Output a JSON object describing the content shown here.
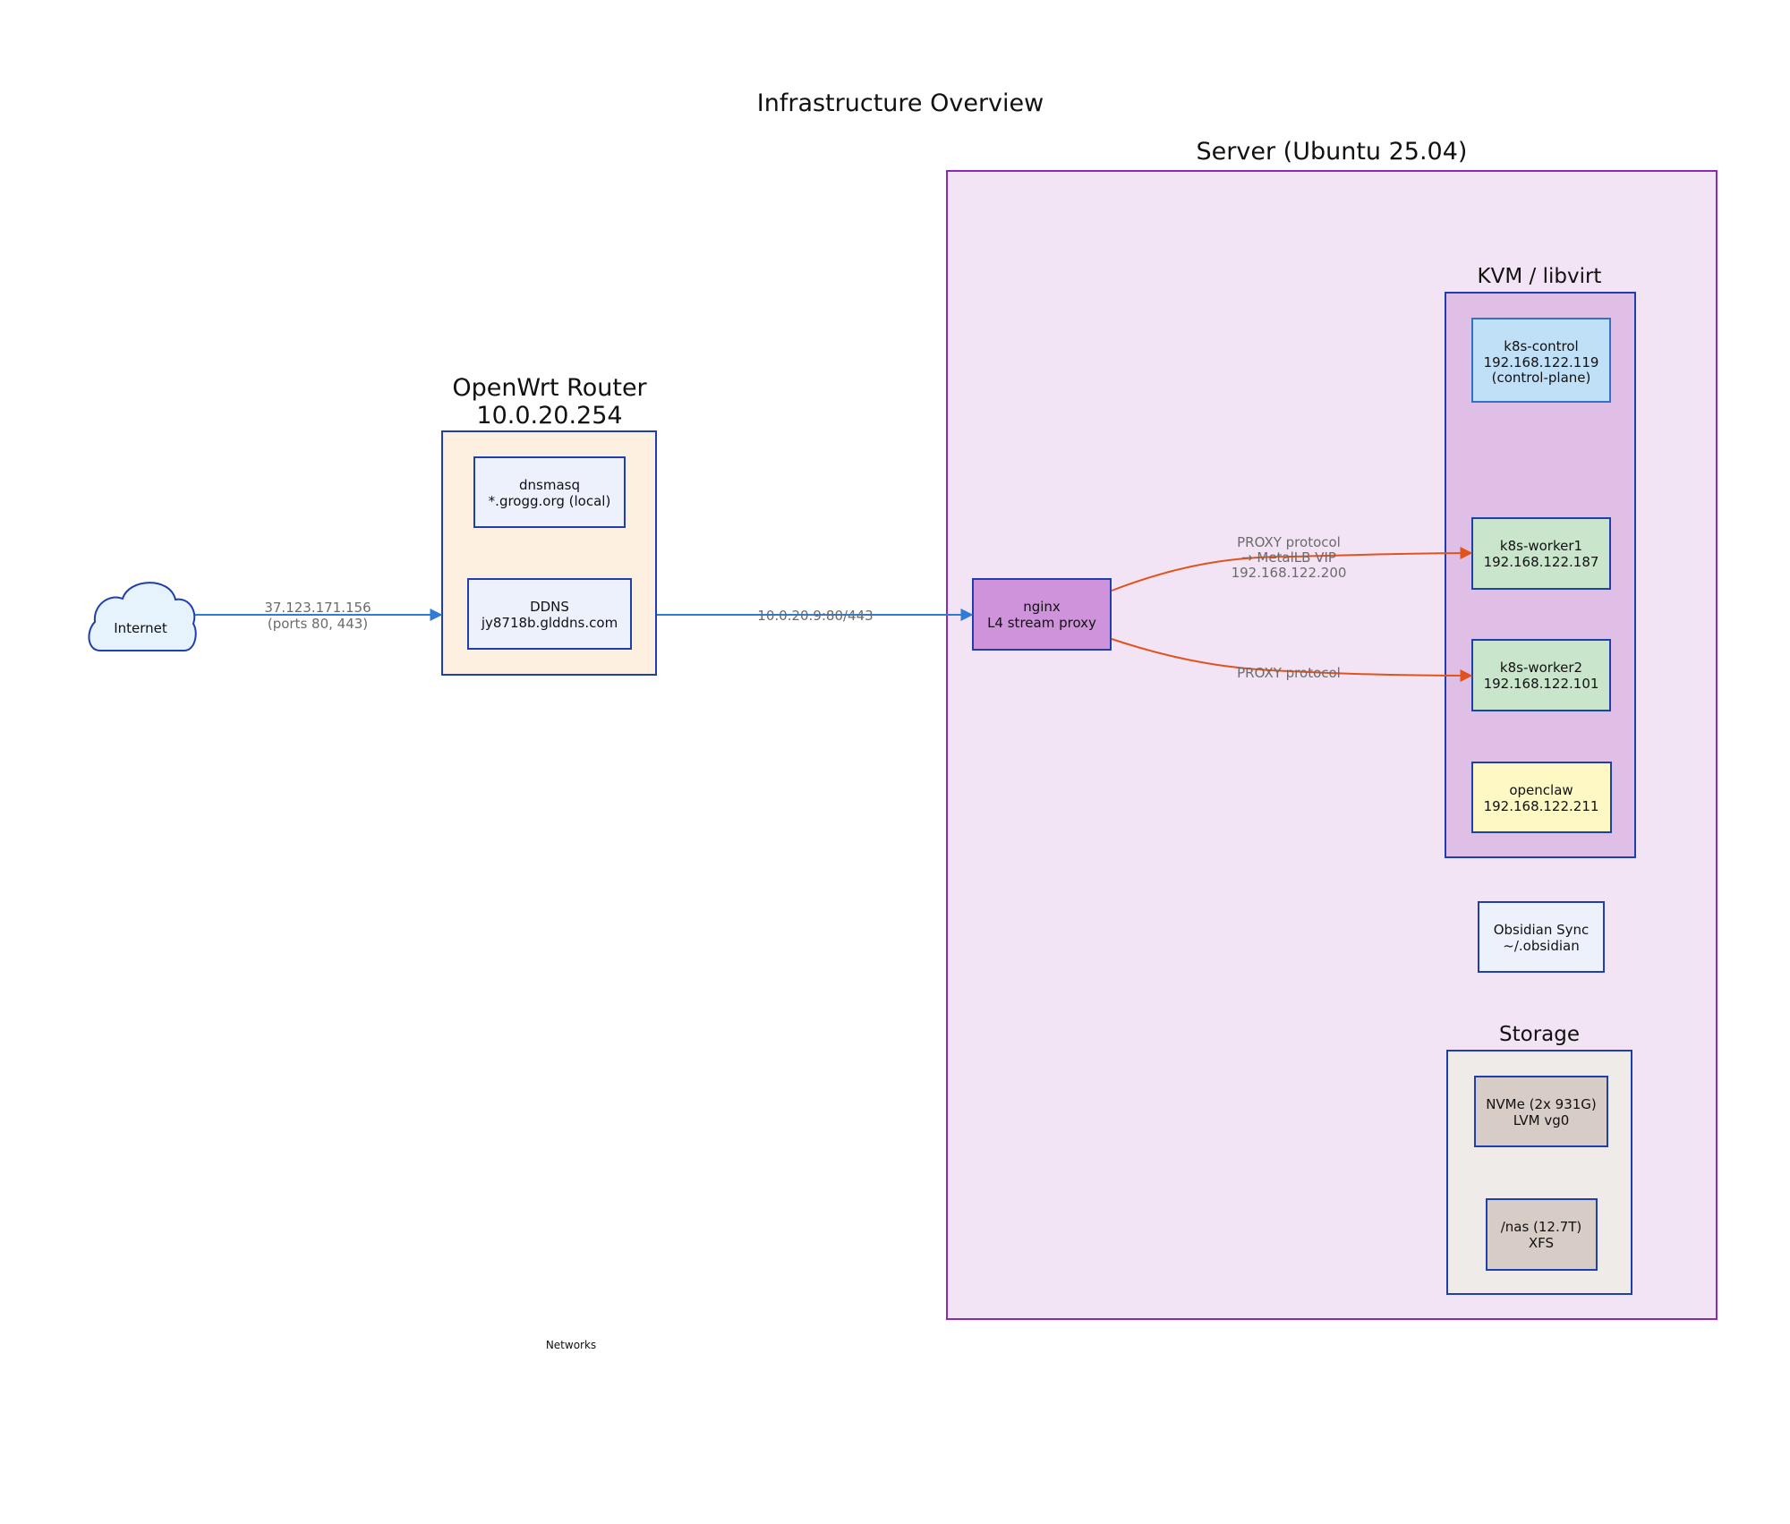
{
  "title": "Infrastructure Overview",
  "footer_label": "Networks",
  "colors": {
    "router_fill": "#fdf0e0",
    "node_fill": "#edf1fb",
    "border_blue": "#1f3fae",
    "server_fill": "#f3e4f5",
    "server_border": "#8a2bb8",
    "kvm_fill": "#e0bfe6",
    "nginx_fill": "#cf93db",
    "control_fill": "#bfe0f7",
    "control_border": "#2f73c7",
    "worker_fill": "#c9e6cc",
    "openclaw_fill": "#fdf8c4",
    "storage_fill": "#efebe8",
    "disk_fill": "#d7ccc6",
    "cloud_fill": "#e6f2fc",
    "link_blue": "#2f7bd6",
    "link_orange": "#e0531c",
    "edge_label": "#6b6b6b"
  },
  "internet": {
    "label": "Internet"
  },
  "router": {
    "title_line1": "OpenWrt Router",
    "title_line2": "10.0.20.254",
    "dnsmasq": {
      "line1": "dnsmasq",
      "line2": "*.grogg.org (local)"
    },
    "ddns": {
      "line1": "DDNS",
      "line2": "jy8718b.glddns.com"
    }
  },
  "server": {
    "title": "Server (Ubuntu 25.04)",
    "nginx": {
      "line1": "nginx",
      "line2": "L4 stream proxy"
    },
    "kvm": {
      "title": "KVM / libvirt",
      "k8s_control": {
        "line1": "k8s-control",
        "line2": "192.168.122.119",
        "line3": "(control-plane)"
      },
      "k8s_worker1": {
        "line1": "k8s-worker1",
        "line2": "192.168.122.187"
      },
      "k8s_worker2": {
        "line1": "k8s-worker2",
        "line2": "192.168.122.101"
      },
      "openclaw": {
        "line1": "openclaw",
        "line2": "192.168.122.211"
      }
    },
    "obsidian": {
      "line1": "Obsidian Sync",
      "line2": "~/.obsidian"
    },
    "storage": {
      "title": "Storage",
      "nvme": {
        "line1": "NVMe (2x 931G)",
        "line2": "LVM vg0"
      },
      "nas": {
        "line1": "/nas (12.7T)",
        "line2": "XFS"
      }
    }
  },
  "edges": {
    "internet_router": {
      "line1": "37.123.171.156",
      "line2": "(ports 80, 443)"
    },
    "router_nginx": {
      "line1": "10.0.20.9:80/443"
    },
    "nginx_worker1": {
      "line1": "PROXY protocol",
      "line2": "→ MetalLB VIP",
      "line3": "192.168.122.200"
    },
    "nginx_worker2": {
      "line1": "PROXY protocol"
    }
  }
}
